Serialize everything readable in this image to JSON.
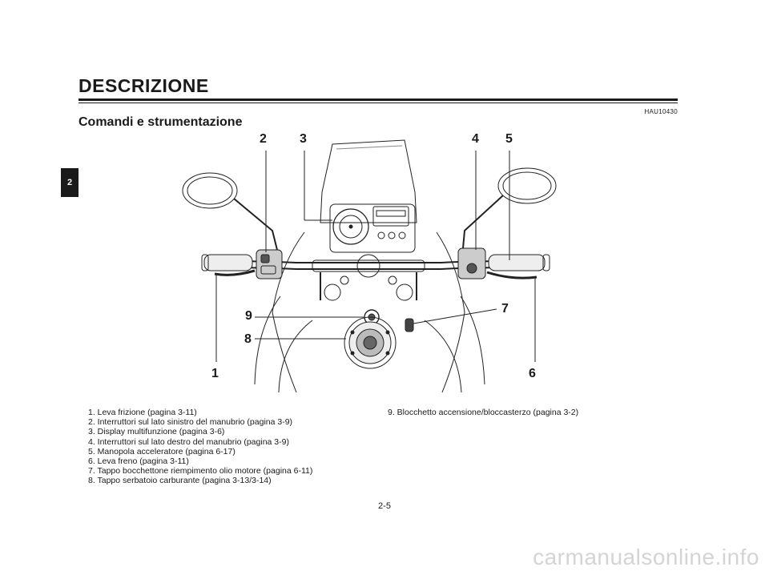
{
  "header": {
    "section_title": "DESCRIZIONE",
    "doc_code": "HAU10430",
    "subtitle": "Comandi e strumentazione",
    "chapter_tab": "2"
  },
  "illustration": {
    "callouts": [
      "1",
      "2",
      "3",
      "4",
      "5",
      "6",
      "7",
      "8",
      "9"
    ]
  },
  "legend": {
    "left": [
      "1. Leva frizione (pagina 3-11)",
      "2. Interruttori sul lato sinistro del manubrio (pagina 3-9)",
      "3. Display multifunzione (pagina 3-6)",
      "4. Interruttori sul lato destro del manubrio (pagina 3-9)",
      "5. Manopola acceleratore (pagina 6-17)",
      "6. Leva freno (pagina 3-11)",
      "7. Tappo bocchettone riempimento olio motore (pagina 6-11)",
      "8. Tappo serbatoio carburante (pagina 3-13/3-14)"
    ],
    "right": [
      "9. Blocchetto accensione/bloccasterzo (pagina 3-2)"
    ]
  },
  "footer": {
    "page_number": "2-5"
  },
  "watermark": "carmanualsonline.info"
}
